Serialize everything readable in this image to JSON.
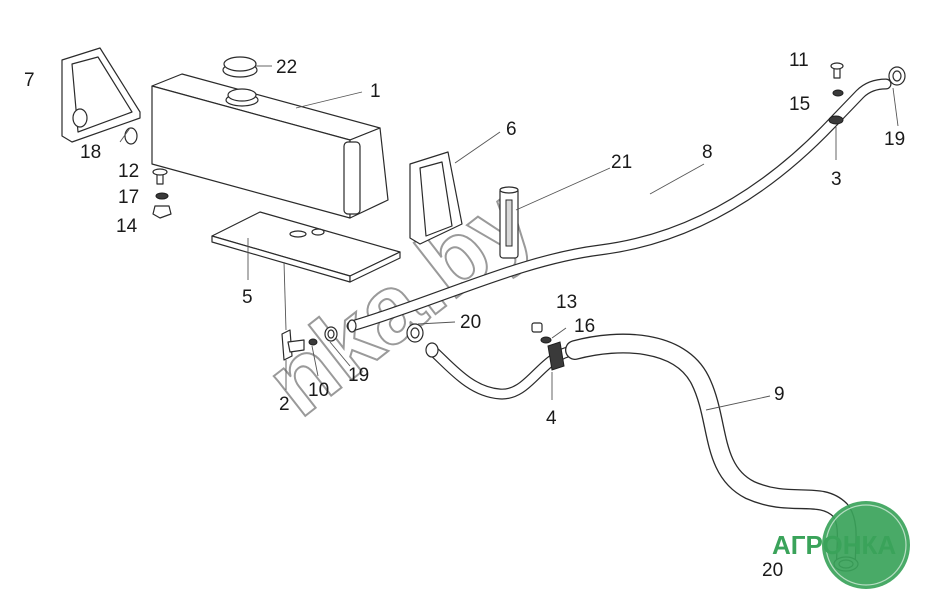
{
  "labels": {
    "l1": "1",
    "l2": "2",
    "l3": "3",
    "l4": "4",
    "l5": "5",
    "l6": "6",
    "l7": "7",
    "l8": "8",
    "l9": "9",
    "l10": "10",
    "l11": "11",
    "l12": "12",
    "l13": "13",
    "l14": "14",
    "l15": "15",
    "l16": "16",
    "l17": "17",
    "l18": "18",
    "l19a": "19",
    "l19b": "19",
    "l20a": "20",
    "l20b": "20",
    "l21": "21",
    "l22": "22"
  },
  "watermark": {
    "text": "nka.by"
  },
  "logo": {
    "text": "АГРОНКА",
    "color": "#3aa35a"
  },
  "colors": {
    "line": "#2b2b2b",
    "logo_green": "#3aa35a"
  }
}
